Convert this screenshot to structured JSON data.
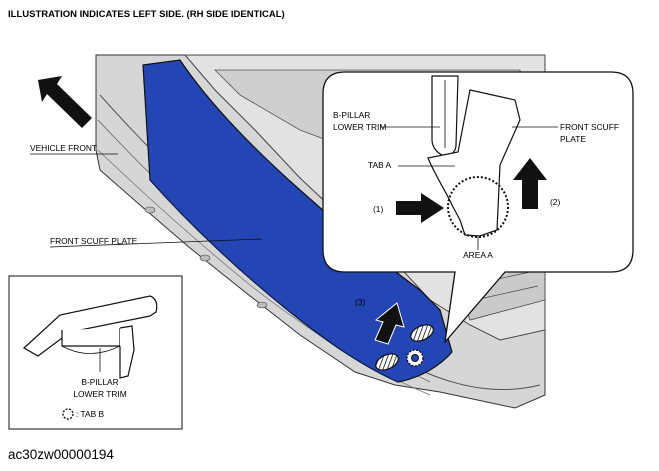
{
  "header": "ILLUSTRATION INDICATES LEFT SIDE. (RH SIDE IDENTICAL)",
  "labels": {
    "vehicle_front": "VEHICLE FRONT",
    "front_scuff_plate_main": "FRONT SCUFF PLATE",
    "inset_b_pillar_line1": "B-PILLAR",
    "inset_b_pillar_line2": "LOWER TRIM",
    "inset_tab_b": ": TAB B",
    "callout_b_pillar_line1": "B-PILLAR",
    "callout_b_pillar_line2": "LOWER TRIM",
    "callout_front_scuff_line1": "FRONT SCUFF",
    "callout_front_scuff_line2": "PLATE",
    "tab_a": "TAB A",
    "area_a": "AREA A",
    "step_1": "(1)",
    "step_2": "(2)",
    "step_3": "(3)"
  },
  "figure_code": "ac30zw00000194",
  "colors": {
    "scuff_plate_blue": "#2446b4",
    "body_grey": "#d4d4d4",
    "outline": "#222222"
  }
}
